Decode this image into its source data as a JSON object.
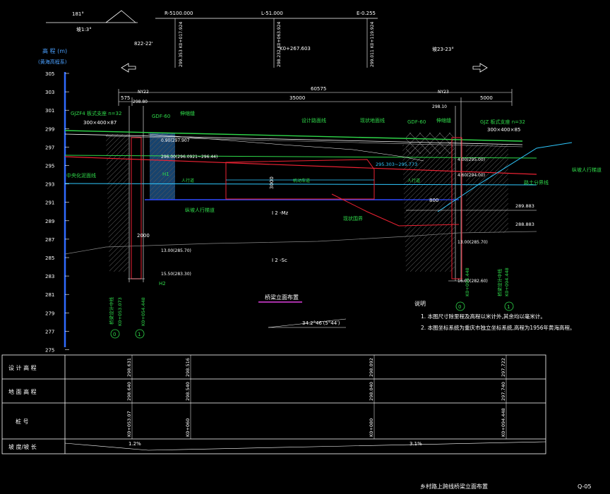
{
  "top": {
    "angle_left": "181°",
    "slope_left": "坡1:3°",
    "angle_a": "822-22'",
    "r_label": "R-5100.000",
    "l_label": "L-51.000",
    "e_label": "E-0.255",
    "angle_b": "坡23-23°"
  },
  "vertical_labels": [
    "299.353 K0+017.924",
    "298.232 K0+063.924",
    "299.011 K0+119.924",
    "K0+267.603"
  ],
  "dims": {
    "total": "60575",
    "left_small": "575",
    "mid": "35000",
    "right": "5000",
    "ny_left": "NY22",
    "ny_right": "NY23",
    "elev_left": "298.80",
    "elev_right": "298.10"
  },
  "y_axis": {
    "title": "高 程 (m)",
    "subtitle": "(黄海高程系)",
    "ticks": [
      "305",
      "303",
      "301",
      "299",
      "297",
      "295",
      "293",
      "291",
      "289",
      "287",
      "285",
      "283",
      "281",
      "279",
      "277",
      "275"
    ]
  },
  "annotations": {
    "left_bearing": "GJZF4 板式支座 n=32",
    "left_bearing_size": "300×400×87",
    "gdf_left": "GDF-60",
    "expansion_left": "伸缩缝",
    "design_elev_line": "设计路面线",
    "existing_ground": "现状地面线",
    "gdf_right": "GDF-60",
    "expansion_right": "伸缩缝",
    "right_bearing": "GJZ 板式支座 n=32",
    "right_bearing_size": "300×400×85",
    "center_ground": "中央化泥面线",
    "left_elev1": "0.90(297.907",
    "left_elev2": "296.00(296.0921~296.44)",
    "h1": "H1",
    "road_label": "人行道",
    "box_dim": "3000",
    "center_label": "机动车道",
    "right_road_label": "人行道",
    "side_ramp": "纵坡人行梯道",
    "center_elev": "295.303~295.773",
    "right_elev1": "4.00(295.00)",
    "right_elev2": "4.60(294.00)",
    "earth_line": "路土分界线",
    "right_ramp": "纵坡人行梯道",
    "soil_top": "I 2 -Mz",
    "soil_bottom": "I 2 -Sc",
    "bridge_boundary": "现状围界",
    "dim_800": "800",
    "right_elev3": "289.883",
    "right_elev4": "288.883",
    "left_elev3": "13.00(285.70)",
    "left_elev4": "15.50(283.30)",
    "h2": "H2",
    "dim_2000": "2000",
    "right_elev5": "13.00(285.70)",
    "right_elev6": "16.00(282.60)",
    "pile_left1": "K0+053.073",
    "pile_left2": "K0+054.448",
    "pile_right1": "K0+094.448",
    "pile_right2": "K0+094.448",
    "pile_left_label": "桥梁设计中线",
    "pile_right_label": "桥梁设计中线",
    "circle_left_a": "0",
    "circle_left_b": "1",
    "circle_right_a": "0",
    "circle_right_b": "1",
    "section_title": "桥梁立面布置",
    "skew": "34.2°46′(5°44′)",
    "notes_title": "说明",
    "note1": "1. 本图尺寸除里程及高程以米计外,其余均以毫米计。",
    "note2": "2. 本图坐标系统为重庆市独立坐标系统,高程为1956年黄海高程。"
  },
  "table": {
    "rows": [
      {
        "label": "设 计 高 程",
        "values": [
          "298.631",
          "298.516",
          "298.092",
          "297.722"
        ]
      },
      {
        "label": "地 面 高 程",
        "values": [
          "298.640",
          "298.540",
          "298.040",
          "297.740"
        ]
      },
      {
        "label": "桩 号",
        "values": [
          "K0+053.07",
          "K0+060",
          "K0+080",
          "K0+094.448"
        ]
      },
      {
        "label": "坡 度/坡 长",
        "values": [
          "1.2%",
          "3.1%"
        ]
      }
    ]
  },
  "footer": {
    "title": "乡村路上跨线桥梁立面布置",
    "sheet": "Q-05"
  }
}
